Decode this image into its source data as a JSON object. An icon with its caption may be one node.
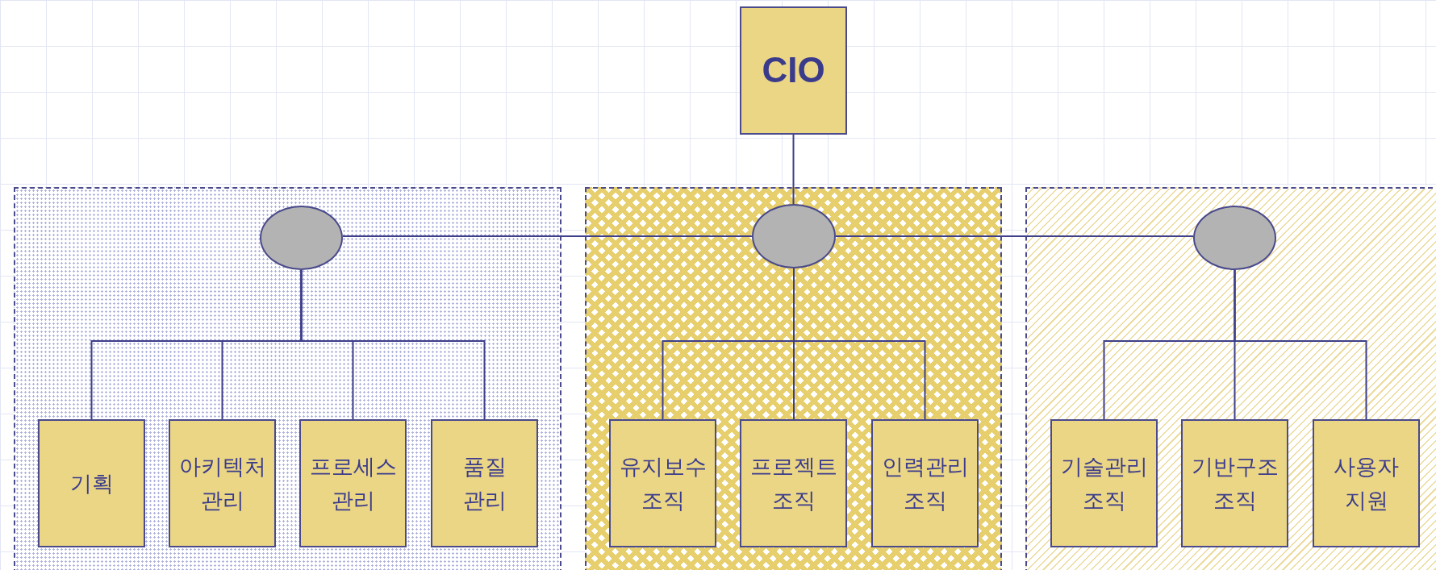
{
  "diagram": {
    "nodes": [
      {
        "text": [
          "CIO"
        ]
      },
      {
        "text": [],
        "shape": "box"
      },
      {
        "text": [],
        "shape": "ellipse",
        "in": 1
      },
      {
        "text": [
          "기획"
        ],
        "in": 1
      },
      {
        "text": [
          "아키텍처 관리"
        ],
        "in": 1
      },
      {
        "text": [
          "프로세스 관리"
        ],
        "in": 1
      },
      {
        "text": [
          "품질 관리"
        ],
        "in": 1
      },
      {
        "text": [],
        "shape": "box"
      },
      {
        "text": [],
        "shape": "ellipse",
        "in": 7
      },
      {
        "text": [
          "유지보수 조직"
        ],
        "in": 7
      },
      {
        "text": [
          "프로젝트 조직"
        ],
        "in": 7
      },
      {
        "text": [
          "인력관리 조직"
        ],
        "in": 7
      },
      {
        "text": [],
        "shape": "box"
      },
      {
        "text": [],
        "shape": "ellipse",
        "in": 12
      },
      {
        "text": [
          "기술관리 조직"
        ],
        "in": 12
      },
      {
        "text": [
          "기반구조 조직"
        ],
        "in": 12
      },
      {
        "text": [
          "사용자 지원"
        ],
        "in": 12
      }
    ],
    "edges": [
      {
        "from": 0,
        "to": 8,
        "arrow": "none"
      },
      {
        "from": 8,
        "to": 2,
        "arrow": "none"
      },
      {
        "from": 8,
        "to": 13,
        "arrow": "none"
      },
      {
        "from": 2,
        "to": 3,
        "arrow": "none"
      },
      {
        "from": 2,
        "to": 4,
        "arrow": "none"
      },
      {
        "from": 2,
        "to": 5,
        "arrow": "none"
      },
      {
        "from": 2,
        "to": 6,
        "arrow": "none"
      },
      {
        "from": 8,
        "to": 9,
        "arrow": "none"
      },
      {
        "from": 8,
        "to": 10,
        "arrow": "none"
      },
      {
        "from": 8,
        "to": 11,
        "arrow": "none"
      },
      {
        "from": 13,
        "to": 14,
        "arrow": "none"
      },
      {
        "from": 13,
        "to": 15,
        "arrow": "none"
      },
      {
        "from": 13,
        "to": 16,
        "arrow": "none"
      }
    ]
  }
}
